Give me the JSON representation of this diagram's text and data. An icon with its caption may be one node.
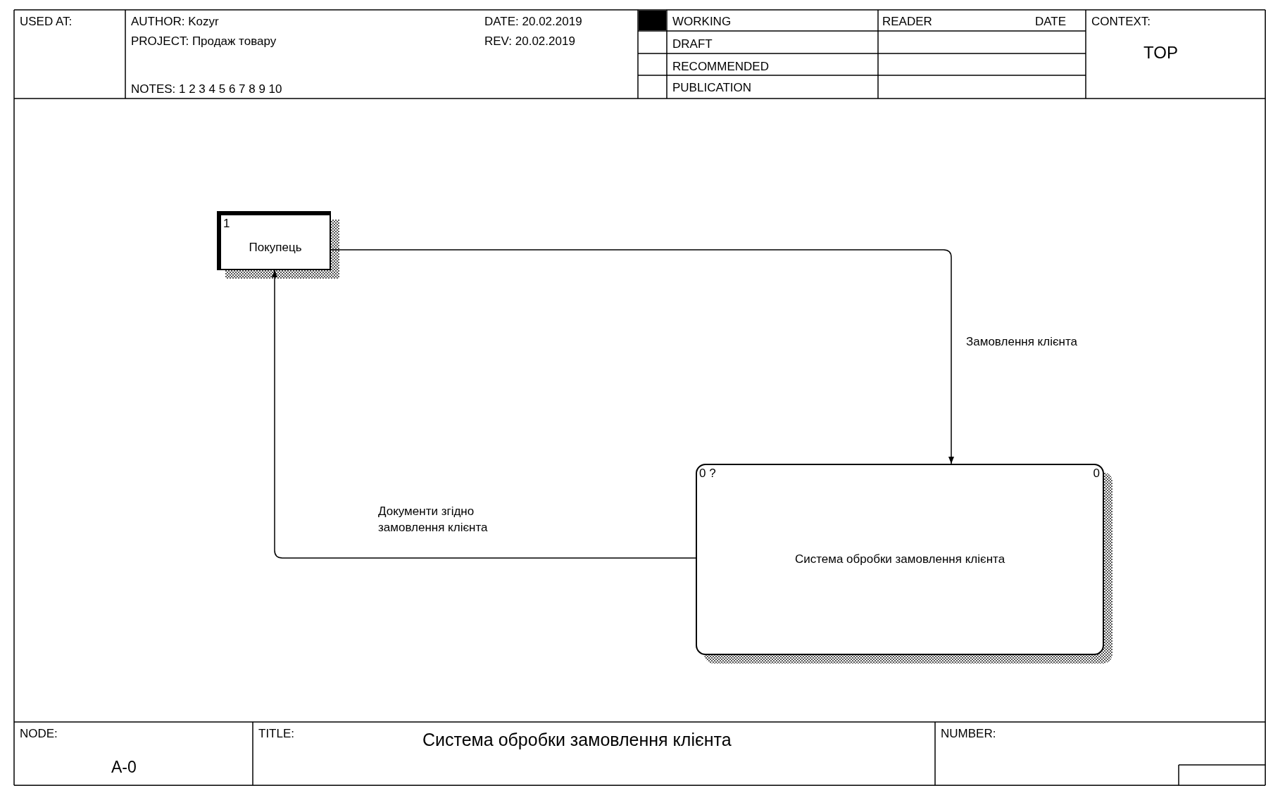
{
  "diagram": {
    "title": "Система обробки замовлення клієнта",
    "nodes": [
      {
        "text": [
          "1",
          "Покупець"
        ]
      },
      {
        "text": [
          "0 ?",
          "0",
          "Система обробки замовлення клієнта"
        ]
      }
    ],
    "edges": [
      {
        "from": 0,
        "to": 1,
        "arrow": "to",
        "label": "Замовлення клієнта"
      },
      {
        "from": 1,
        "to": 0,
        "arrow": "to",
        "label": "Документи згідно замовлення клієнта"
      }
    ],
    "labels": [
      "USED AT:",
      "AUTHOR: Kozyr",
      "DATE: 20.02.2019",
      "WORKING",
      "READER",
      "DATE",
      "CONTEXT:",
      "PROJECT: Продаж товару",
      "REV: 20.02.2019",
      "DRAFT",
      "TOP",
      "RECOMMENDED",
      "NOTES: 1 2 3 4 5 6 7 8 9 10",
      "PUBLICATION",
      "NODE:",
      "TITLE:",
      "NUMBER:",
      "A-0"
    ]
  }
}
